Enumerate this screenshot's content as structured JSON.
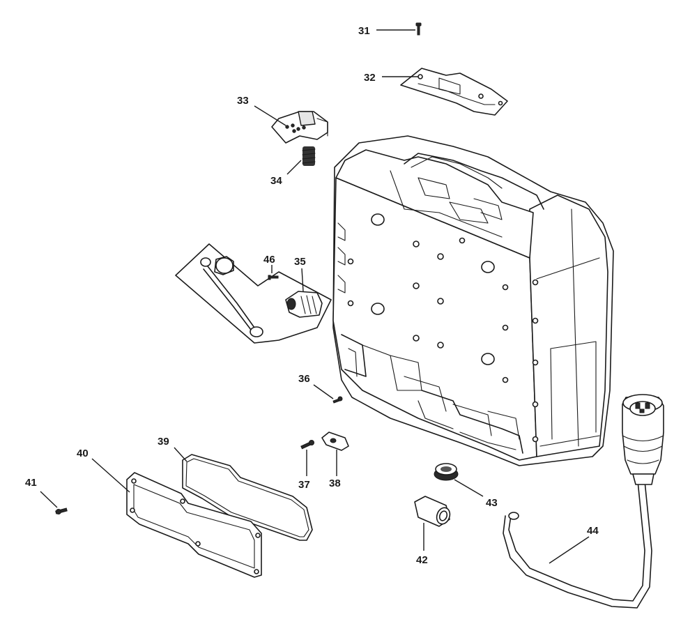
{
  "diagram": {
    "type": "exploded-parts-diagram",
    "callouts": [
      {
        "id": "31",
        "label": "31",
        "part": "screw"
      },
      {
        "id": "32",
        "label": "32",
        "part": "bracket-plate"
      },
      {
        "id": "33",
        "label": "33",
        "part": "clip-bracket"
      },
      {
        "id": "34",
        "label": "34",
        "part": "spring"
      },
      {
        "id": "35",
        "label": "35",
        "part": "filler-cap-assembly"
      },
      {
        "id": "36",
        "label": "36",
        "part": "screw"
      },
      {
        "id": "37",
        "label": "37",
        "part": "screw"
      },
      {
        "id": "38",
        "label": "38",
        "part": "retainer-plate"
      },
      {
        "id": "39",
        "label": "39",
        "part": "gasket"
      },
      {
        "id": "40",
        "label": "40",
        "part": "cover-plate"
      },
      {
        "id": "41",
        "label": "41",
        "part": "screw"
      },
      {
        "id": "42",
        "label": "42",
        "part": "sleeve"
      },
      {
        "id": "43",
        "label": "43",
        "part": "seal"
      },
      {
        "id": "44",
        "label": "44",
        "part": "connector-harness"
      },
      {
        "id": "46",
        "label": "46",
        "part": "pin"
      }
    ]
  }
}
